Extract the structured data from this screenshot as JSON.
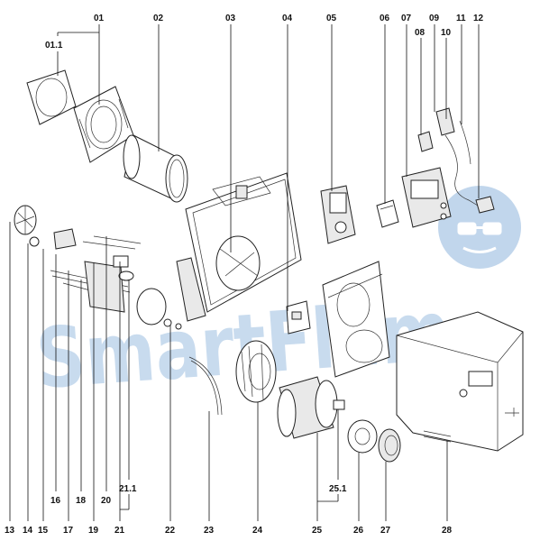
{
  "diagram": {
    "labels_top": [
      "01",
      "01.1",
      "02",
      "03",
      "04",
      "05",
      "06",
      "07",
      "08",
      "09",
      "10",
      "11",
      "12"
    ],
    "labels_bottom": [
      "13",
      "14",
      "15",
      "16",
      "17",
      "18",
      "19",
      "20",
      "21",
      "21.1",
      "22",
      "23",
      "24",
      "25",
      "25.1",
      "26",
      "27",
      "28"
    ],
    "watermark_text": "SmartFlam",
    "brand_color": "#3d7fc4"
  }
}
